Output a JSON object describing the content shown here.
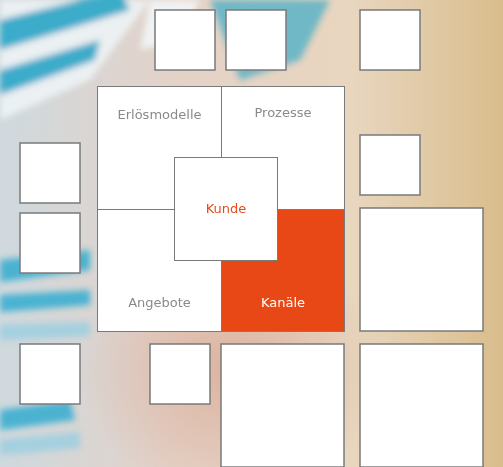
{
  "diagram": {
    "nodes": [
      {
        "text": [
          "Erlösmodelle"
        ]
      },
      {
        "text": [
          "Prozesse"
        ]
      },
      {
        "text": [
          "Kunde"
        ]
      },
      {
        "text": [
          "Angebote"
        ]
      },
      {
        "text": [
          "Kanäle"
        ]
      }
    ]
  }
}
